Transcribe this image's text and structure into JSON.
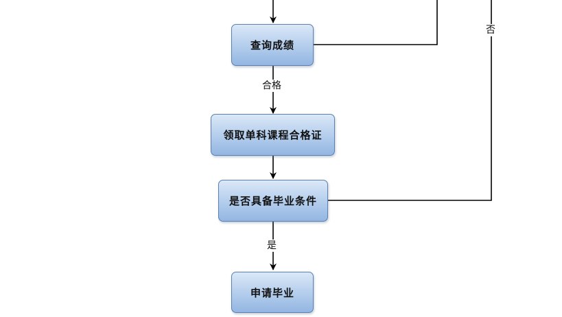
{
  "nodes": {
    "query_scores": "查询成绩",
    "receive_certificate": "领取单科课程合格证",
    "check_graduation": "是否具备毕业条件",
    "apply_graduation": "申请毕业"
  },
  "edge_labels": {
    "pass": "合格",
    "yes": "是",
    "no": "否"
  },
  "colors": {
    "node_fill_top": "#dbe8f7",
    "node_fill_bottom": "#93b6e2",
    "node_border": "#5b7fae",
    "line": "#000000"
  }
}
